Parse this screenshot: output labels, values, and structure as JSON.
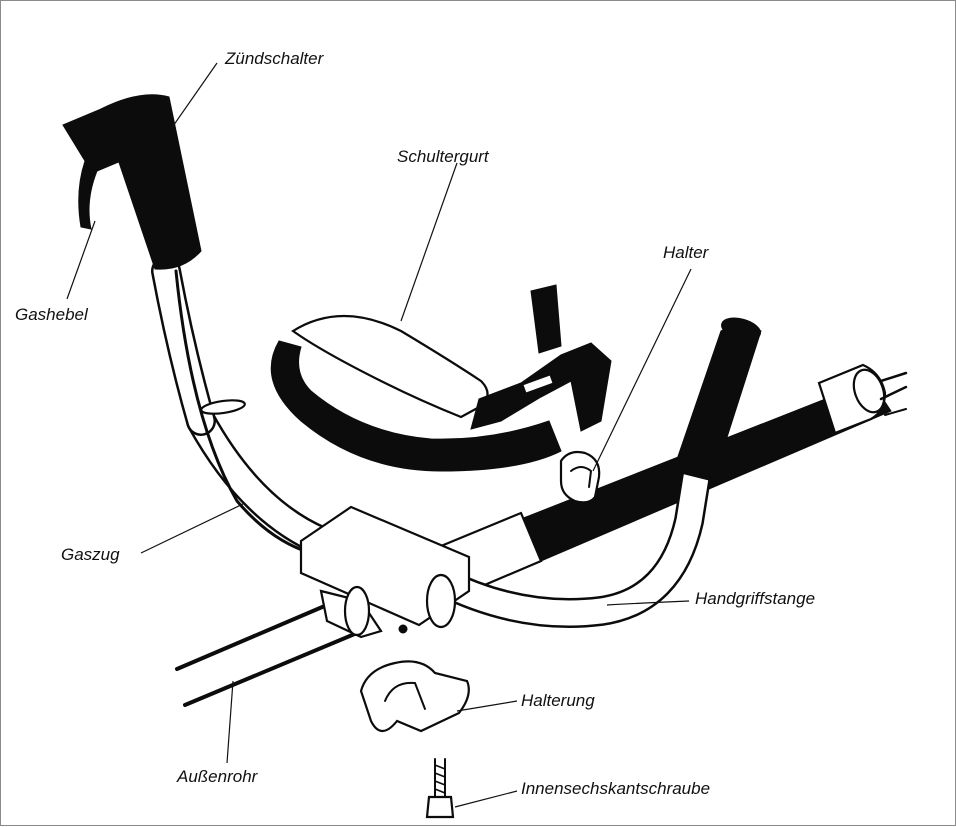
{
  "labels": {
    "zuendschalter": "Zündschalter",
    "schultergurt": "Schultergurt",
    "halter": "Halter",
    "gashebel": "Gashebel",
    "gaszug": "Gaszug",
    "handgriffstange": "Handgriffstange",
    "halterung": "Halterung",
    "aussenrohr": "Außenrohr",
    "innensechskantschraube": "Innensechskantschraube"
  },
  "colors": {
    "ink": "#0c0c0c",
    "paper": "#ffffff",
    "border": "#8a8a8a"
  }
}
